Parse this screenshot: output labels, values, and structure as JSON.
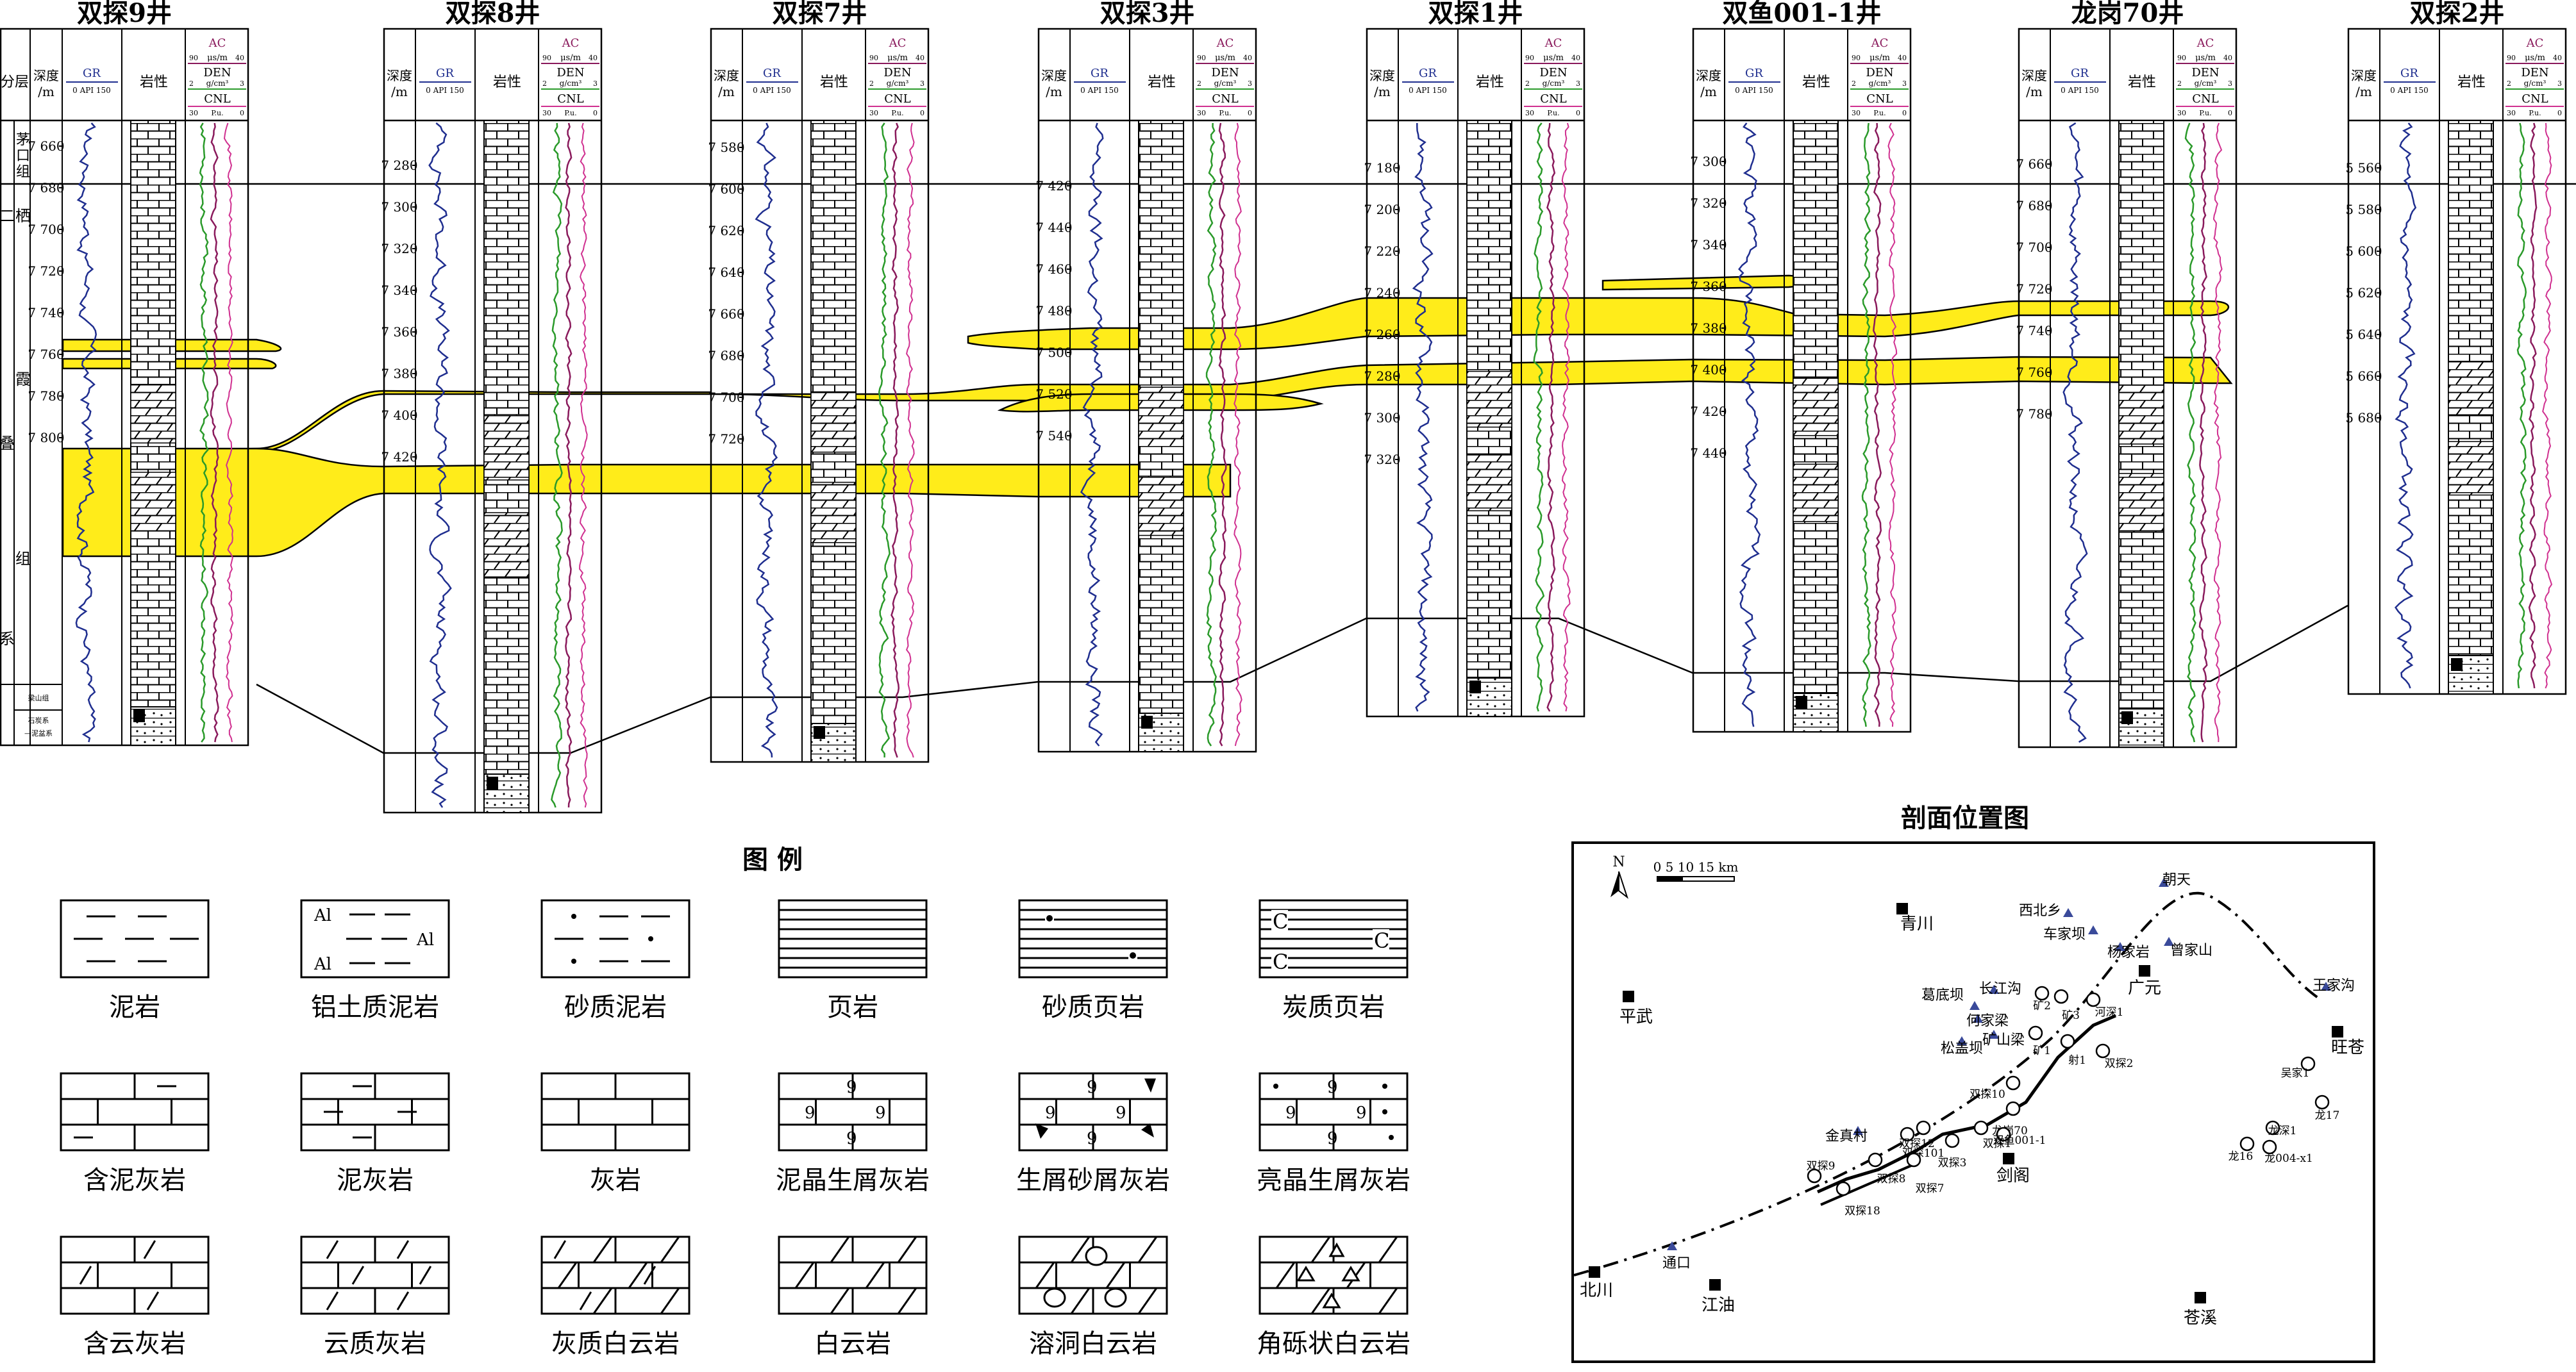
{
  "wells": [
    {
      "name": "双探9井",
      "depths": [
        "7 660",
        "7 680",
        "7 700",
        "7 720",
        "7 740",
        "7 760",
        "7 780",
        "7 800"
      ]
    },
    {
      "name": "双探8井",
      "depths": [
        "7 280",
        "7 300",
        "7 320",
        "7 340",
        "7 360",
        "7 380",
        "7 400",
        "7 420"
      ]
    },
    {
      "name": "双探7井",
      "depths": [
        "7 580",
        "7 600",
        "7 620",
        "7 640",
        "7 660",
        "7 680",
        "7 700",
        "7 720"
      ]
    },
    {
      "name": "双探3井",
      "depths": [
        "7 420",
        "7 440",
        "7 460",
        "7 480",
        "7 500",
        "7 520",
        "7 540"
      ]
    },
    {
      "name": "双探1井",
      "depths": [
        "7 180",
        "7 200",
        "7 220",
        "7 240",
        "7 260",
        "7 280",
        "7 300",
        "7 320"
      ]
    },
    {
      "name": "双鱼001-1井",
      "depths": [
        "7 300",
        "7 320",
        "7 340",
        "7 360",
        "7 380",
        "7 400",
        "7 420",
        "7 440"
      ]
    },
    {
      "name": "龙岗70井",
      "depths": [
        "7 660",
        "7 680",
        "7 700",
        "7 720",
        "7 740",
        "7 760",
        "7 780"
      ]
    },
    {
      "name": "双探2井",
      "depths": [
        "5 560",
        "5 580",
        "5 600",
        "5 620",
        "5 640",
        "5 660",
        "5 680"
      ]
    }
  ],
  "headers": {
    "layer": "分层",
    "depth_line1": "深度",
    "depth_line2": "/m",
    "gr": "GR",
    "gr_scale": "0  API 150",
    "lithology": "岩性",
    "ac": "AC",
    "ac_unit": "μs/m",
    "ac_scale_l": "90",
    "ac_scale_r": "40",
    "den": "DEN",
    "den_unit": "g/cm³",
    "den_scale_l": "2",
    "den_scale_r": "3",
    "cnl": "CNL",
    "cnl_unit": "P.u.",
    "cnl_scale_l": "30",
    "cnl_scale_r": "0"
  },
  "strata": {
    "maokou": "茅口组",
    "system_chars": [
      "二",
      "叠",
      "系"
    ],
    "formation_chars": [
      "栖",
      "霞",
      "组"
    ],
    "liangshan": "梁山组",
    "shiqian": "石炭系—泥盆系"
  },
  "legend": {
    "title": "图 例",
    "items": [
      "泥岩",
      "铝土质泥岩",
      "砂质泥岩",
      "页岩",
      "砂质页岩",
      "炭质页岩",
      "含泥灰岩",
      "泥灰岩",
      "灰岩",
      "泥晶生屑灰岩",
      "生屑砂屑灰岩",
      "亮晶生屑灰岩",
      "含云灰岩",
      "云质灰岩",
      "灰质白云岩",
      "白云岩",
      "溶洞白云岩",
      "角砾状白云岩"
    ]
  },
  "map": {
    "title": "剖面位置图",
    "north": "N",
    "scale_label": "0  5 10 15 km",
    "cities": [
      "青川",
      "平武",
      "广元",
      "旺苍",
      "剑阁",
      "北川",
      "江油",
      "苍溪"
    ],
    "outcrops": [
      "朝天",
      "西北乡",
      "车家坝",
      "杨家岩",
      "曾家山",
      "王家沟",
      "长江沟",
      "葛底坝",
      "何家梁",
      "矿山梁",
      "松盖坝",
      "金真村",
      "通口"
    ],
    "wells": [
      "矿2",
      "矿3",
      "河深1",
      "矿1",
      "射1",
      "双探2",
      "双探10",
      "龙岗70",
      "双鱼001-1",
      "双探1",
      "双探12",
      "双探3",
      "双探101",
      "双探9",
      "双探8",
      "双探7",
      "双探18",
      "吴家1",
      "龙17",
      "龙深1",
      "龙16",
      "龙004-x1"
    ]
  },
  "colors": {
    "reservoir_fill": "#ffec1a",
    "gr_curve": "#1f2e8f",
    "ac_curve": "#8a1a5c",
    "den_curve": "#2a9a2a",
    "cnl_curve": "#d03090",
    "outcrop_marker": "#3a4a9a"
  }
}
